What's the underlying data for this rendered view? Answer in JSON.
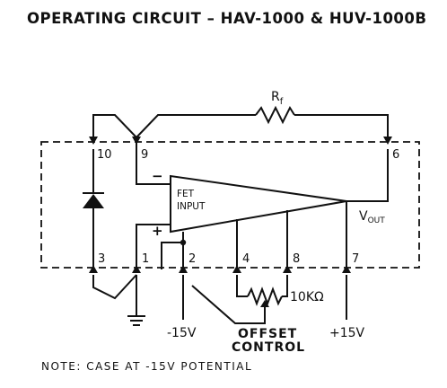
{
  "title": "OPERATING CIRCUIT – HAV-1000 & HUV-1000B",
  "note": "NOTE: CASE AT -15V POTENTIAL",
  "amplifier": {
    "label_line1": "FET",
    "label_line2": "INPUT",
    "minus": "−",
    "plus": "+"
  },
  "pins": [
    "10",
    "9",
    "6",
    "3",
    "1",
    "2",
    "4",
    "8",
    "7"
  ],
  "labels": {
    "feedback_resistor": "R",
    "feedback_resistor_sub": "f",
    "output": "V",
    "output_sub": "OUT",
    "pot_value": "10KΩ",
    "neg_supply": "-15V",
    "pos_supply": "+15V",
    "offset_line1": "OFFSET",
    "offset_line2": "CONTROL"
  }
}
